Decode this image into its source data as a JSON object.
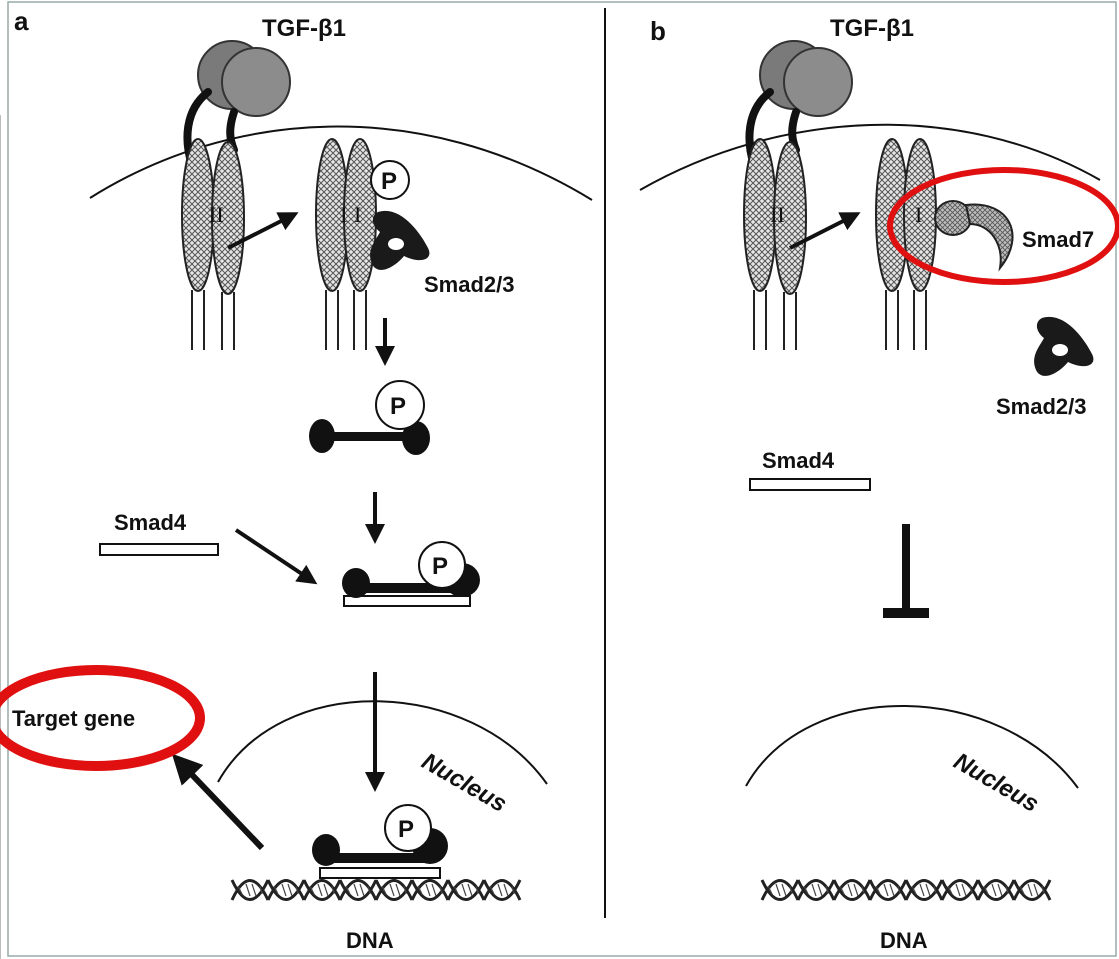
{
  "panel_a": {
    "letter": "a",
    "ligand": "TGF-β1",
    "receptor_ii": "II",
    "receptor_i": "I",
    "phospho": "P",
    "smad23": "Smad2/3",
    "smad4": "Smad4",
    "target_gene": "Target gene",
    "nucleus": "Nucleus",
    "dna": "DNA"
  },
  "panel_b": {
    "letter": "b",
    "ligand": "TGF-β1",
    "receptor_ii": "II",
    "receptor_i": "I",
    "smad7": "Smad7",
    "smad23": "Smad2/3",
    "smad4": "Smad4",
    "nucleus": "Nucleus",
    "dna": "DNA"
  },
  "colors": {
    "highlight": "#e01010",
    "ligand": "#808080",
    "smad": "#1a1a1a"
  }
}
